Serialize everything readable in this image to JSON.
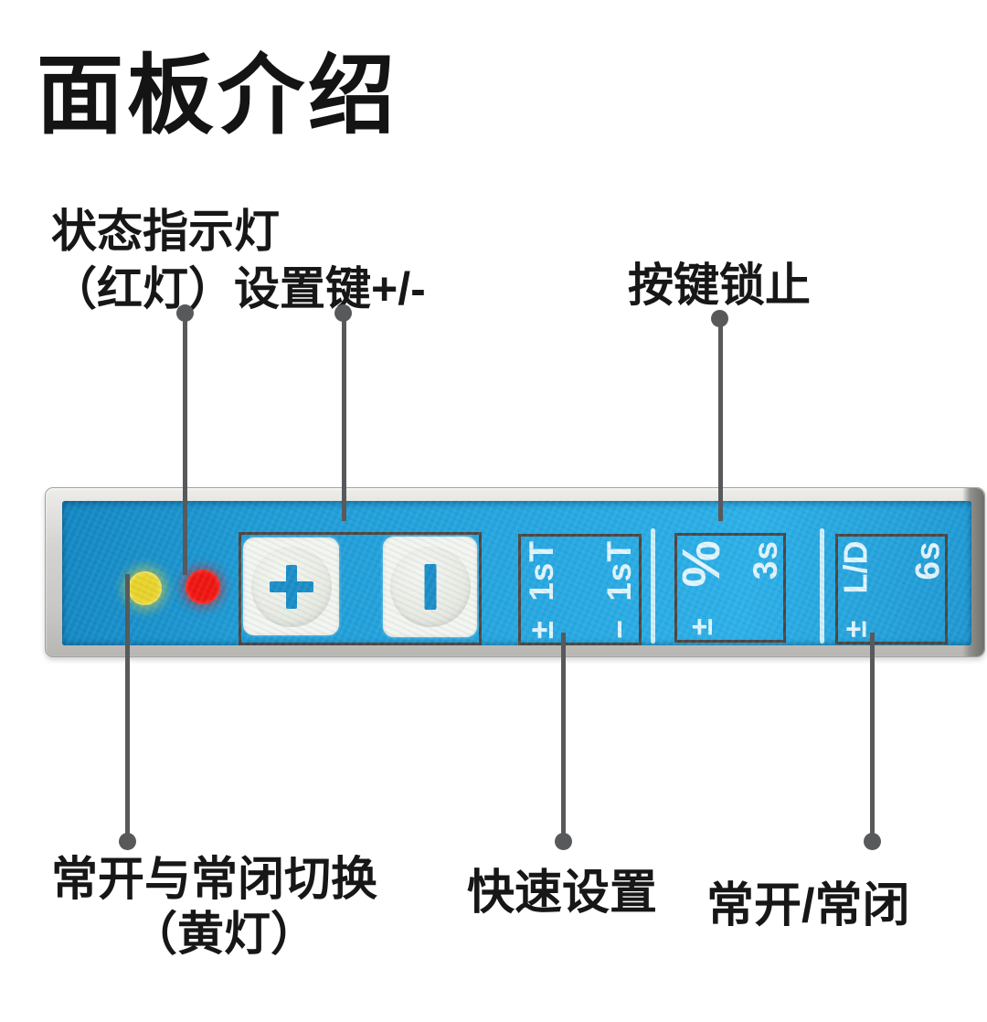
{
  "title": "面板介绍",
  "callouts": {
    "status_light": {
      "line1": "状态指示灯",
      "line2": "（红灯）设置键+/-"
    },
    "key_lock": {
      "label": "按键锁止"
    },
    "no_nc_toggle": {
      "line1": "常开与常闭切换",
      "line2": "（黄灯）"
    },
    "quick_setting": {
      "label": "快速设置"
    },
    "no_nc": {
      "label": "常开/常闭"
    }
  },
  "panel": {
    "leds": {
      "yellow": "#e9d32b",
      "red": "#f01510"
    },
    "buttons": {
      "plus": "+",
      "minus": "−"
    },
    "markings": {
      "box1": {
        "row1_sign": "±",
        "row1_text": "1sT",
        "row2_sign": "−",
        "row2_text": "1sT"
      },
      "box2": {
        "row1_sign": "±",
        "row1_text": "%",
        "row2_text": "3s"
      },
      "box3": {
        "row1_sign": "±",
        "row1_text": "L/D",
        "row2_text": "6s"
      }
    }
  },
  "colors": {
    "panel_blue": "#24a4de",
    "frame_silver": "#d2d1cd",
    "callout_gray": "#58595b",
    "text_black": "#171717",
    "button_glyph_blue": "#1b8ec8",
    "outline_box": "#50453d"
  }
}
